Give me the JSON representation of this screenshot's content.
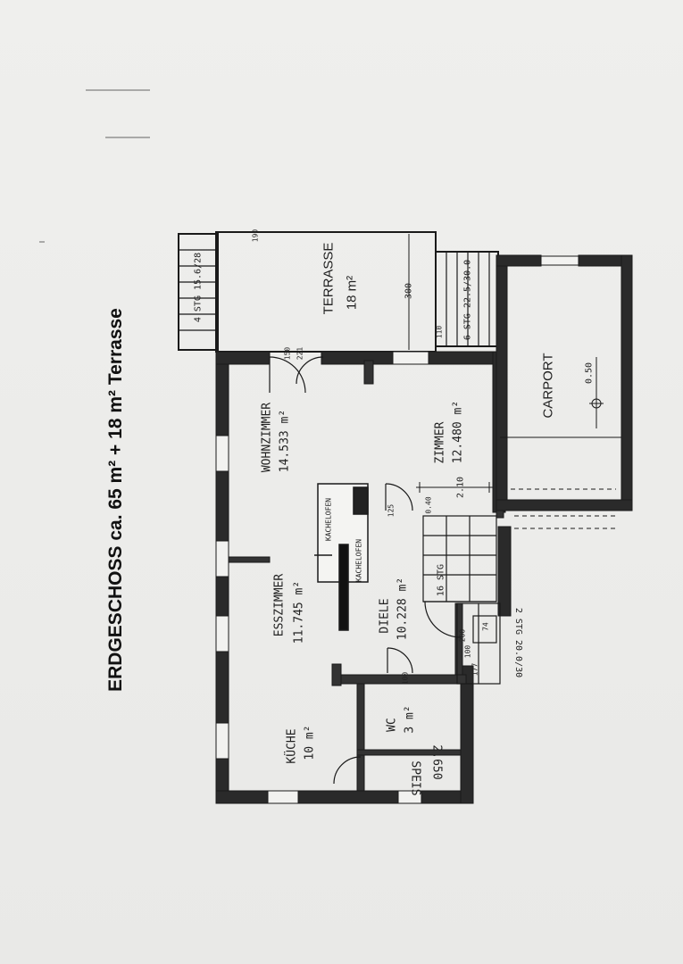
{
  "heading": "ERDGESCHOSS ca.  65 m² + 18 m² Terrasse",
  "rooms": {
    "terrasse": {
      "name": "TERRASSE",
      "area": "18 m²"
    },
    "carport": {
      "name": "CARPORT"
    },
    "wohnzimmer": {
      "name": "WOHNZIMMER",
      "area": "14.533 m²"
    },
    "zimmer": {
      "name": "ZIMMER",
      "area": "12.480 m²"
    },
    "esszimmer": {
      "name": "ESSZIMMER",
      "area": "11.745 m²"
    },
    "diele": {
      "name": "DIELE",
      "area": "10.228 m²"
    },
    "kueche": {
      "name": "KÜCHE",
      "area": "10 m²"
    },
    "wc": {
      "name": "WC",
      "area": "3 m²"
    },
    "speis": {
      "name": "SPEIS",
      "area": "2.650"
    }
  },
  "dimensions": {
    "d300": "300",
    "d2_10": "2.10",
    "d0_50": "0.50",
    "d190": "190",
    "d150": "150",
    "d221": "221",
    "d100": "100",
    "d74": "74",
    "d177": "177",
    "d100b": "100",
    "d200": "200",
    "d0_40": "0.40",
    "d125": "125",
    "d110": "110"
  },
  "stairs": {
    "terrace_left": "4 STG 15.6/28",
    "terrace_right": "6 STG 22.5/30.0",
    "inner": "16 STG",
    "entry": "2 STG 20.0/30"
  },
  "labels": {
    "kachelofen": "KACHELOFEN"
  }
}
